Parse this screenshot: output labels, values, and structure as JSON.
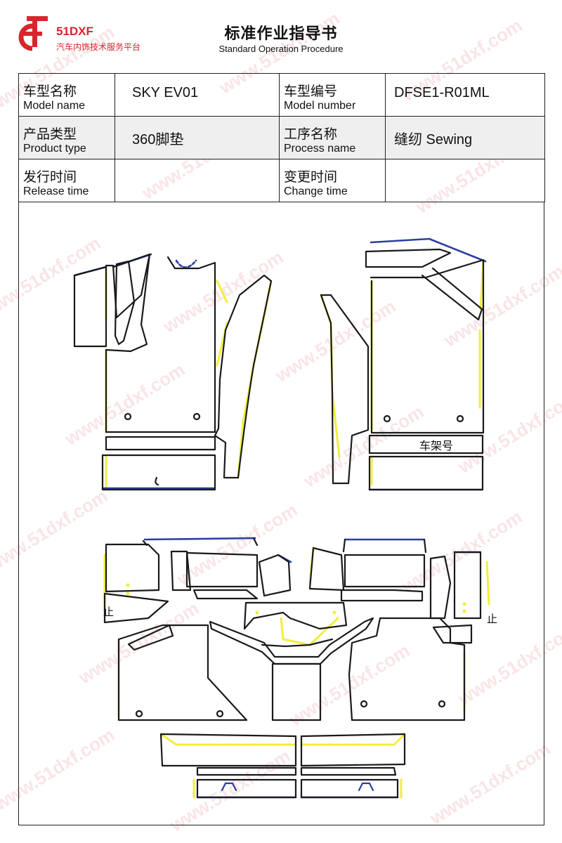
{
  "header": {
    "brand_name": "51DXF",
    "brand_tagline": "汽车内饰技术服务平台",
    "title": "标准作业指导书",
    "subtitle": "Standard Operation Procedure",
    "logo_color": "#d7262d"
  },
  "info_table": {
    "model_name_cn": "车型名称",
    "model_name_en": "Model name",
    "model_name_value": "SKY EV01",
    "model_number_cn": "车型编号",
    "model_number_en": "Model number",
    "model_number_value": "DFSE1-R01ML",
    "product_type_cn": "产品类型",
    "product_type_en": "Product type",
    "product_type_value": "360脚垫",
    "process_name_cn": "工序名称",
    "process_name_en": "Process name",
    "process_name_value": "缝纫 Sewing",
    "release_time_cn": "发行时间",
    "release_time_en": "Release time",
    "release_time_value": "",
    "change_time_cn": "变更时间",
    "change_time_en": "Change time",
    "change_time_value": ""
  },
  "drawing": {
    "frame_label": "车架号",
    "mark_left": "止",
    "mark_right": "止",
    "edge_colors": {
      "outline": "#1a1a1a",
      "sewing_edge": "#f2ee3c",
      "binding_edge": "#2a3f9f"
    }
  },
  "watermark": "www.51dxf.com"
}
